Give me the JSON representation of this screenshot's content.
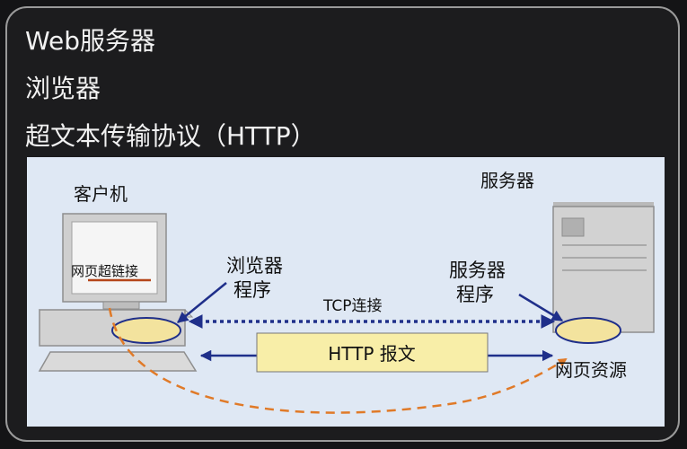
{
  "headings": {
    "line1": "Web服务器",
    "line2": "浏览器",
    "line3": "超文本传输协议（HTTP）"
  },
  "diagram": {
    "client_label": "客户机",
    "server_label": "服务器",
    "screen_link_text": "网页超链接",
    "browser_program": [
      "浏览器",
      "程序"
    ],
    "server_program": [
      "服务器",
      "程序"
    ],
    "tcp_label": "TCP连接",
    "http_label": "HTTP 报文",
    "resource_label": "网页资源"
  }
}
